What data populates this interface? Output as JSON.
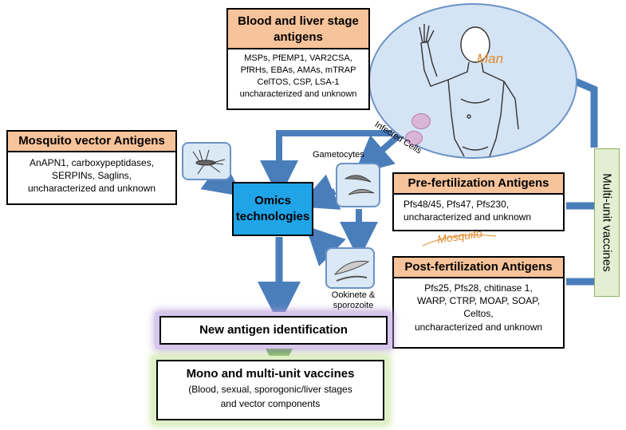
{
  "blood_liver": {
    "title_lines": [
      "Blood and liver stage",
      "antigens"
    ],
    "items": [
      "MSPs, PfEMP1, VAR2CSA,",
      "PfRHs, EBAs, AMAs, mTRAP",
      "CelTOS, CSP, LSA-1",
      "uncharacterized and unknown"
    ]
  },
  "mosquito_vector": {
    "title": "Mosquito vector Antigens",
    "items": [
      "AnAPN1, carboxypeptidases,",
      "SERPINs, Saglins,",
      "uncharacterized  and unknown"
    ]
  },
  "pre_fert": {
    "title": "Pre-fertilization Antigens",
    "items": [
      "Pfs48/45, Pfs47, Pfs230,",
      "uncharacterized  and unknown"
    ]
  },
  "post_fert": {
    "title": "Post-fertilization Antigens",
    "items": [
      "Pfs25, Pfs28, chitinase 1,",
      "WARP, CTRP, MOAP, SOAP,",
      "Celtos,",
      "uncharacterized  and unknown"
    ]
  },
  "labels": {
    "man": "Man",
    "infected_cells": "Infected Cells",
    "gametocytes": "Gametocytes",
    "mosquito": "Mosquito",
    "ookinete_lines": [
      "Ookinete &",
      "sporozoite"
    ],
    "multi_unit": "Multi-unit vaccines"
  },
  "omics": {
    "lines": [
      "Omics",
      "technologies"
    ]
  },
  "new_antigen": "New antigen identification",
  "vaccines": {
    "title": "Mono and multi-unit vaccines",
    "lines": [
      "(Blood, sexual, sporogonic/liver stages",
      "and  vector components"
    ]
  },
  "colors": {
    "arrow": "#4a7ebb",
    "header_fill": "#f7c39a",
    "omics_fill": "#1fa4e8",
    "new_antigen_glow": "#b59ad6",
    "vaccine_glow": "#c6e39a",
    "multi_unit_fill": "#e3efd2",
    "man_circle_fill": "#d5e4f5"
  }
}
